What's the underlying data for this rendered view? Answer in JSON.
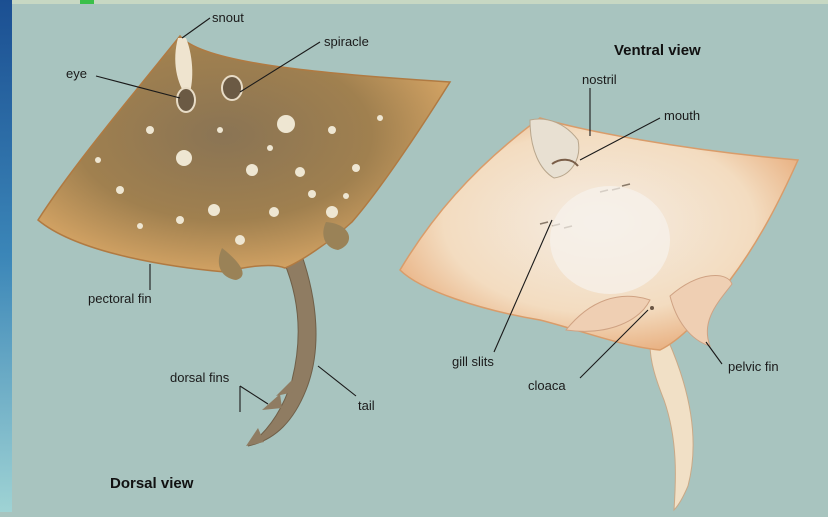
{
  "labels": {
    "snout": "snout",
    "spiracle": "spiracle",
    "eye": "eye",
    "pectoral_fin": "pectoral fin",
    "dorsal_fins": "dorsal fins",
    "tail": "tail",
    "dorsal_view": "Dorsal view",
    "ventral_view": "Ventral view",
    "nostril": "nostril",
    "mouth": "mouth",
    "gill_slits": "gill slits",
    "cloaca": "cloaca",
    "pelvic_fin": "pelvic fin"
  },
  "colors": {
    "background": "#a8c4bf",
    "left_strip": "#1f5a9a",
    "dorsal_skin": "#a88452",
    "dorsal_edge": "#d9a86a",
    "ventral_skin": "#f3dcc0",
    "ventral_edge": "#e3a877"
  }
}
